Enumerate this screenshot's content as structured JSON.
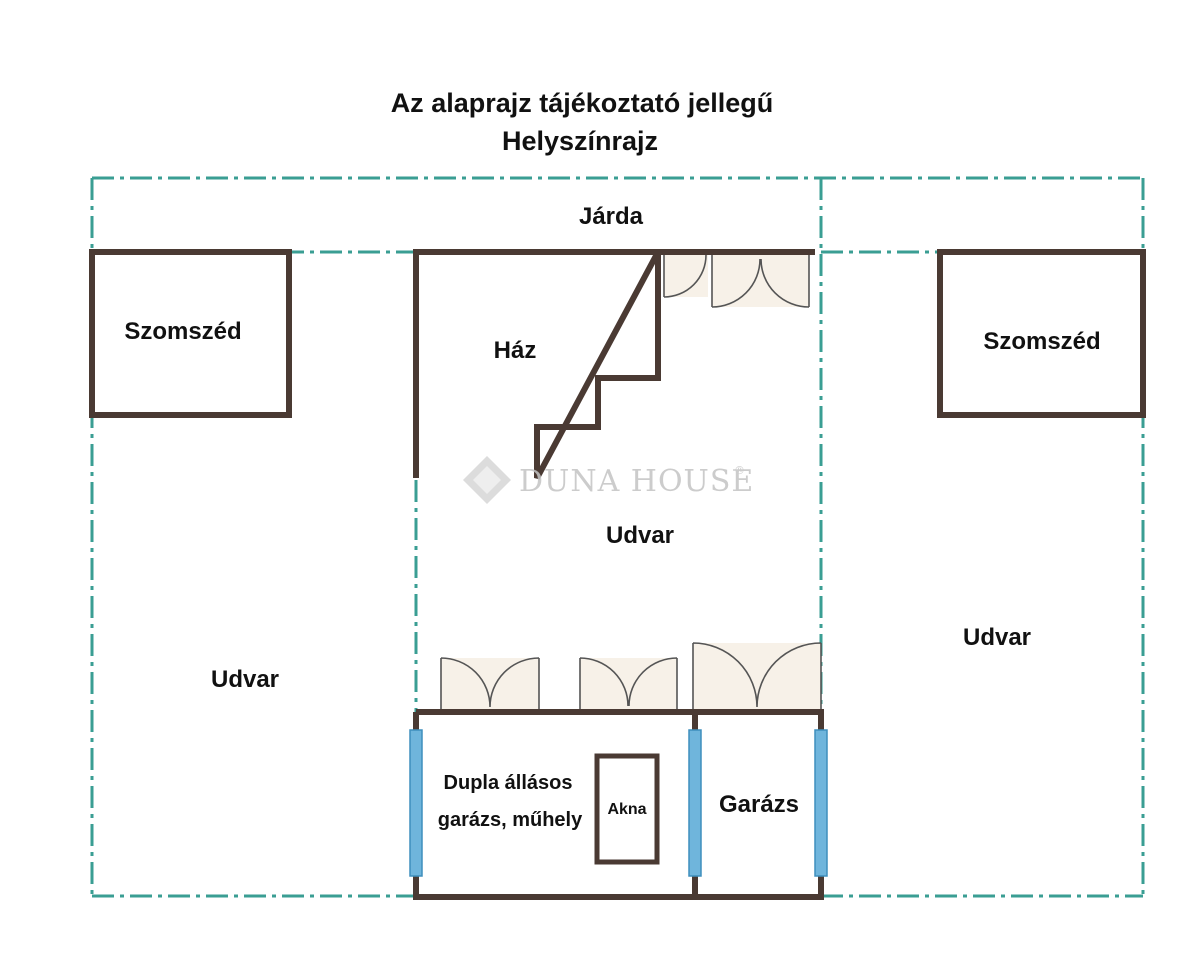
{
  "title": {
    "line1": "Az alaprajz tájékoztató jellegű",
    "line2": "Helyszínrajz"
  },
  "labels": {
    "sidewalk": "Járda",
    "neighbor_left": "Szomszéd",
    "neighbor_right": "Szomszéd",
    "house": "Ház",
    "yard_center": "Udvar",
    "yard_left": "Udvar",
    "yard_right": "Udvar",
    "workshop_line1": "Dupla állásos",
    "workshop_line2": "garázs, műhely",
    "pit": "Akna",
    "garage": "Garázs"
  },
  "watermark": {
    "text": "DUNA HOUSE",
    "mark": "®"
  },
  "colors": {
    "wall": "#4a3a33",
    "boundary": "#3a9e93",
    "door_fill": "#f7f1e8",
    "glass": "#6fb5dc"
  }
}
